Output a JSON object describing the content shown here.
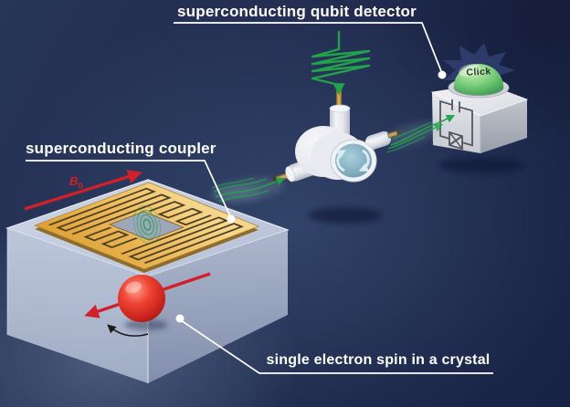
{
  "figure": {
    "title_context": "quantum microwave single-spin detection scheme",
    "labels": {
      "qubit_detector": "superconducting qubit detector",
      "coupler": "superconducting coupler",
      "electron_spin": "single electron spin in a crystal",
      "click_button": "Click",
      "field_symbol": "B",
      "field_subscript": "0"
    },
    "colors": {
      "background_dark": "#1b2547",
      "background_mid": "#2c4165",
      "background_glow": "#55709a",
      "label_text": "#ffffff",
      "leader_line": "#ffffff",
      "arrow_red": "#d0202a",
      "signal_green": "#22a24b",
      "gold_plate": "#e2a93f",
      "gold_plate_light": "#f4d287",
      "meander_line": "#4c3f22",
      "crystal_top": "#d2d9e9",
      "crystal_left": "#bcc6da",
      "crystal_right": "#97a2c0",
      "electron_red": "#d42020",
      "circulator_body": "#edeff3",
      "circulator_face": "#7fa9bd",
      "circulator_face_arrows": "#d9ecf1",
      "connector_gold": "#b8903e",
      "detector_cube_front": "#d7d9df",
      "detector_cube_right": "#b3b7c1",
      "detector_cube_top": "#eef0f3",
      "dome_green": "#66c06a",
      "starburst_blue": "#2e3d6d",
      "circuit_line": "#54555d",
      "click_text": "#2b342b"
    }
  }
}
